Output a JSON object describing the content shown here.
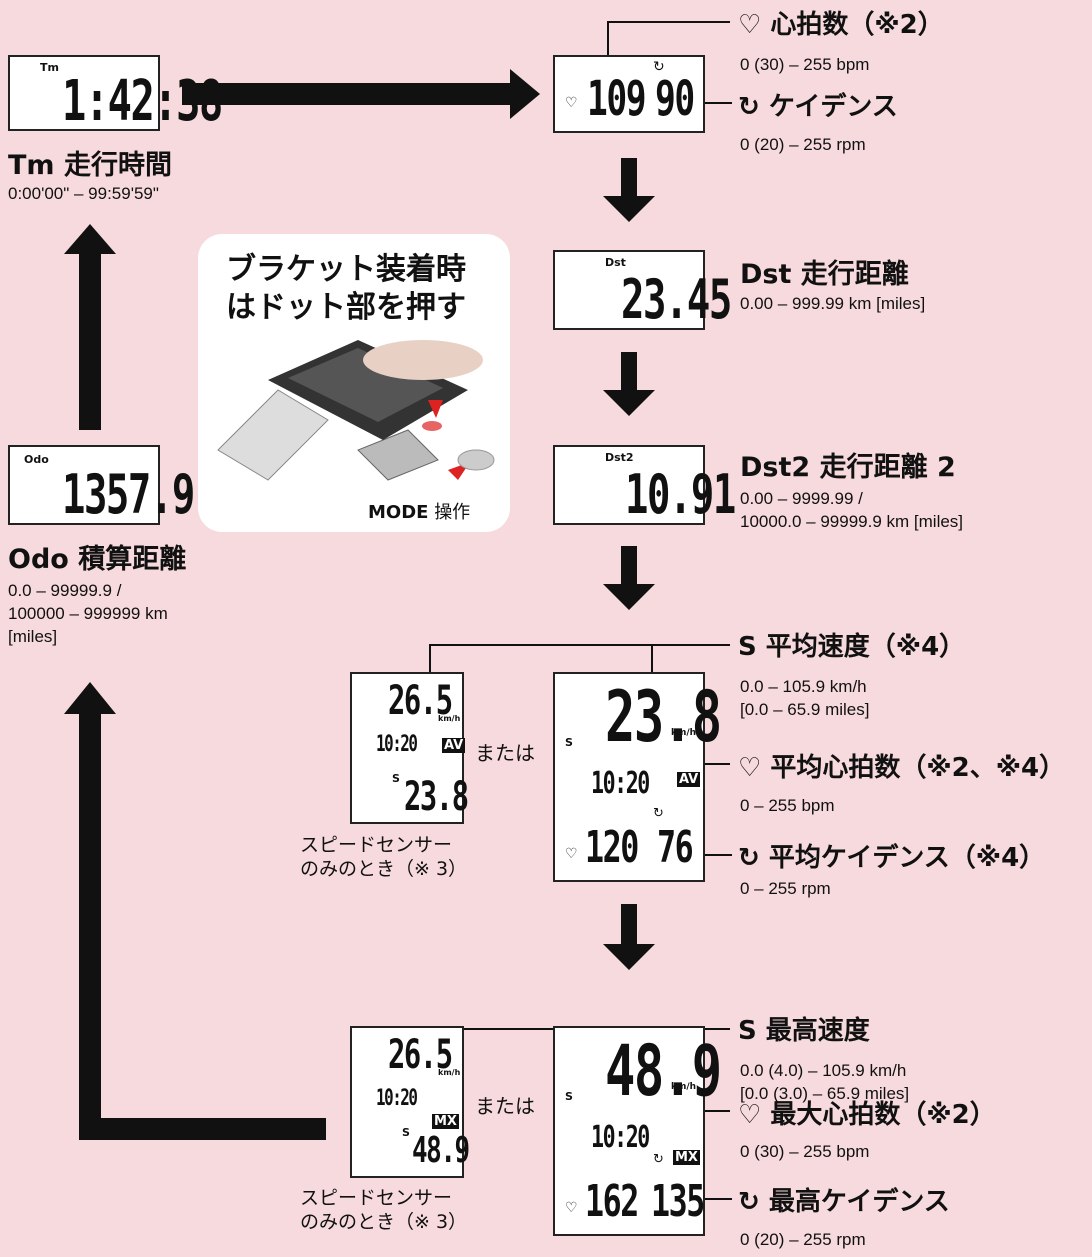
{
  "screens": {
    "tm": {
      "label": "Tm",
      "value": "1:42:38",
      "title": "Tm 走行時間",
      "range": "0:00'00\" – 99:59'59\""
    },
    "hr": {
      "left": "109",
      "right": "90",
      "title_hr": "心拍数（※2）",
      "range_hr": "0 (30) – 255 bpm",
      "title_cad": "ケイデンス",
      "range_cad": "0 (20) – 255 rpm"
    },
    "dst": {
      "label": "Dst",
      "value": "23.45",
      "title": "Dst 走行距離",
      "range": "0.00 – 999.99 km [miles]"
    },
    "dst2": {
      "label": "Dst2",
      "value": "10.91",
      "title": "Dst2 走行距離 2",
      "range1": "0.00 – 9999.99 /",
      "range2": "10000.0 – 99999.9 km [miles]"
    },
    "odo": {
      "label": "Odo",
      "value": "1357.9",
      "title": "Odo 積算距離",
      "range1": "0.0 – 99999.9 /",
      "range2": "100000 – 999999 km",
      "range3": "[miles]"
    }
  },
  "bracket_card": {
    "line1": "ブラケット装着時",
    "line2": "はドット部を押す",
    "mode_bold": "MODE",
    "mode_rest": "操作"
  },
  "average": {
    "speed_title": "平均速度（※4）",
    "speed_range1": "0.0 – 105.9 km/h",
    "speed_range2": "[0.0 – 65.9 miles]",
    "hr_title": "平均心拍数（※2、※4）",
    "hr_range": "0 – 255 bpm",
    "cad_title": "平均ケイデンス（※4）",
    "cad_range": "0 – 255 rpm",
    "lcd_main": "23.8",
    "lcd_clock": "10:20",
    "lcd_hr": "120",
    "lcd_cad": "76",
    "badge": "AV",
    "small_top": "26.5",
    "small_clock": "10:20",
    "small_bottom": "23.8",
    "or": "または",
    "note1": "スピードセンサー",
    "note2": "のみのとき（※ 3）"
  },
  "maximum": {
    "speed_title": "最高速度",
    "speed_range1": "0.0 (4.0) – 105.9 km/h",
    "speed_range2": "[0.0 (3.0) – 65.9 miles]",
    "hr_title": "最大心拍数（※2）",
    "hr_range": "0 (30) – 255 bpm",
    "cad_title": "最高ケイデンス",
    "cad_range": "0 (20) – 255 rpm",
    "lcd_main": "48.9",
    "lcd_clock": "10:20",
    "lcd_hr": "162",
    "lcd_cad": "135",
    "badge": "MX",
    "small_top": "26.5",
    "small_clock": "10:20",
    "small_bottom": "48.9",
    "or": "または",
    "note1": "スピードセンサー",
    "note2": "のみのとき（※ 3）"
  },
  "units": {
    "kmh": "km/h",
    "s": "S"
  }
}
